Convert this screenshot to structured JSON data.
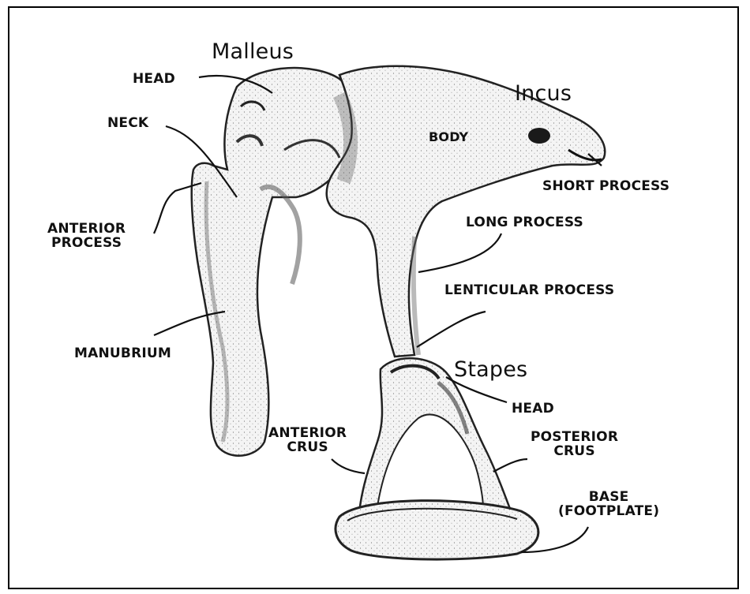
{
  "figure": {
    "bones": {
      "malleus": "Malleus",
      "incus": "Incus",
      "stapes": "Stapes"
    },
    "labels": {
      "malleus_head": "HEAD",
      "neck": "NECK",
      "anterior_process": "ANTERIOR\nPROCESS",
      "manubrium": "MANUBRIUM",
      "body": "BODY",
      "short_process": "SHORT PROCESS",
      "long_process": "LONG PROCESS",
      "lenticular_process": "LENTICULAR PROCESS",
      "stapes_head": "HEAD",
      "anterior_crus": "ANTERIOR\nCRUS",
      "posterior_crus": "POSTERIOR\nCRUS",
      "base": "BASE\n(FOOTPLATE)"
    }
  },
  "colors": {
    "ink": "#111111",
    "bone_fill": "#f2f2f2",
    "shade": "#9a9a9a",
    "frame": "#000000"
  }
}
